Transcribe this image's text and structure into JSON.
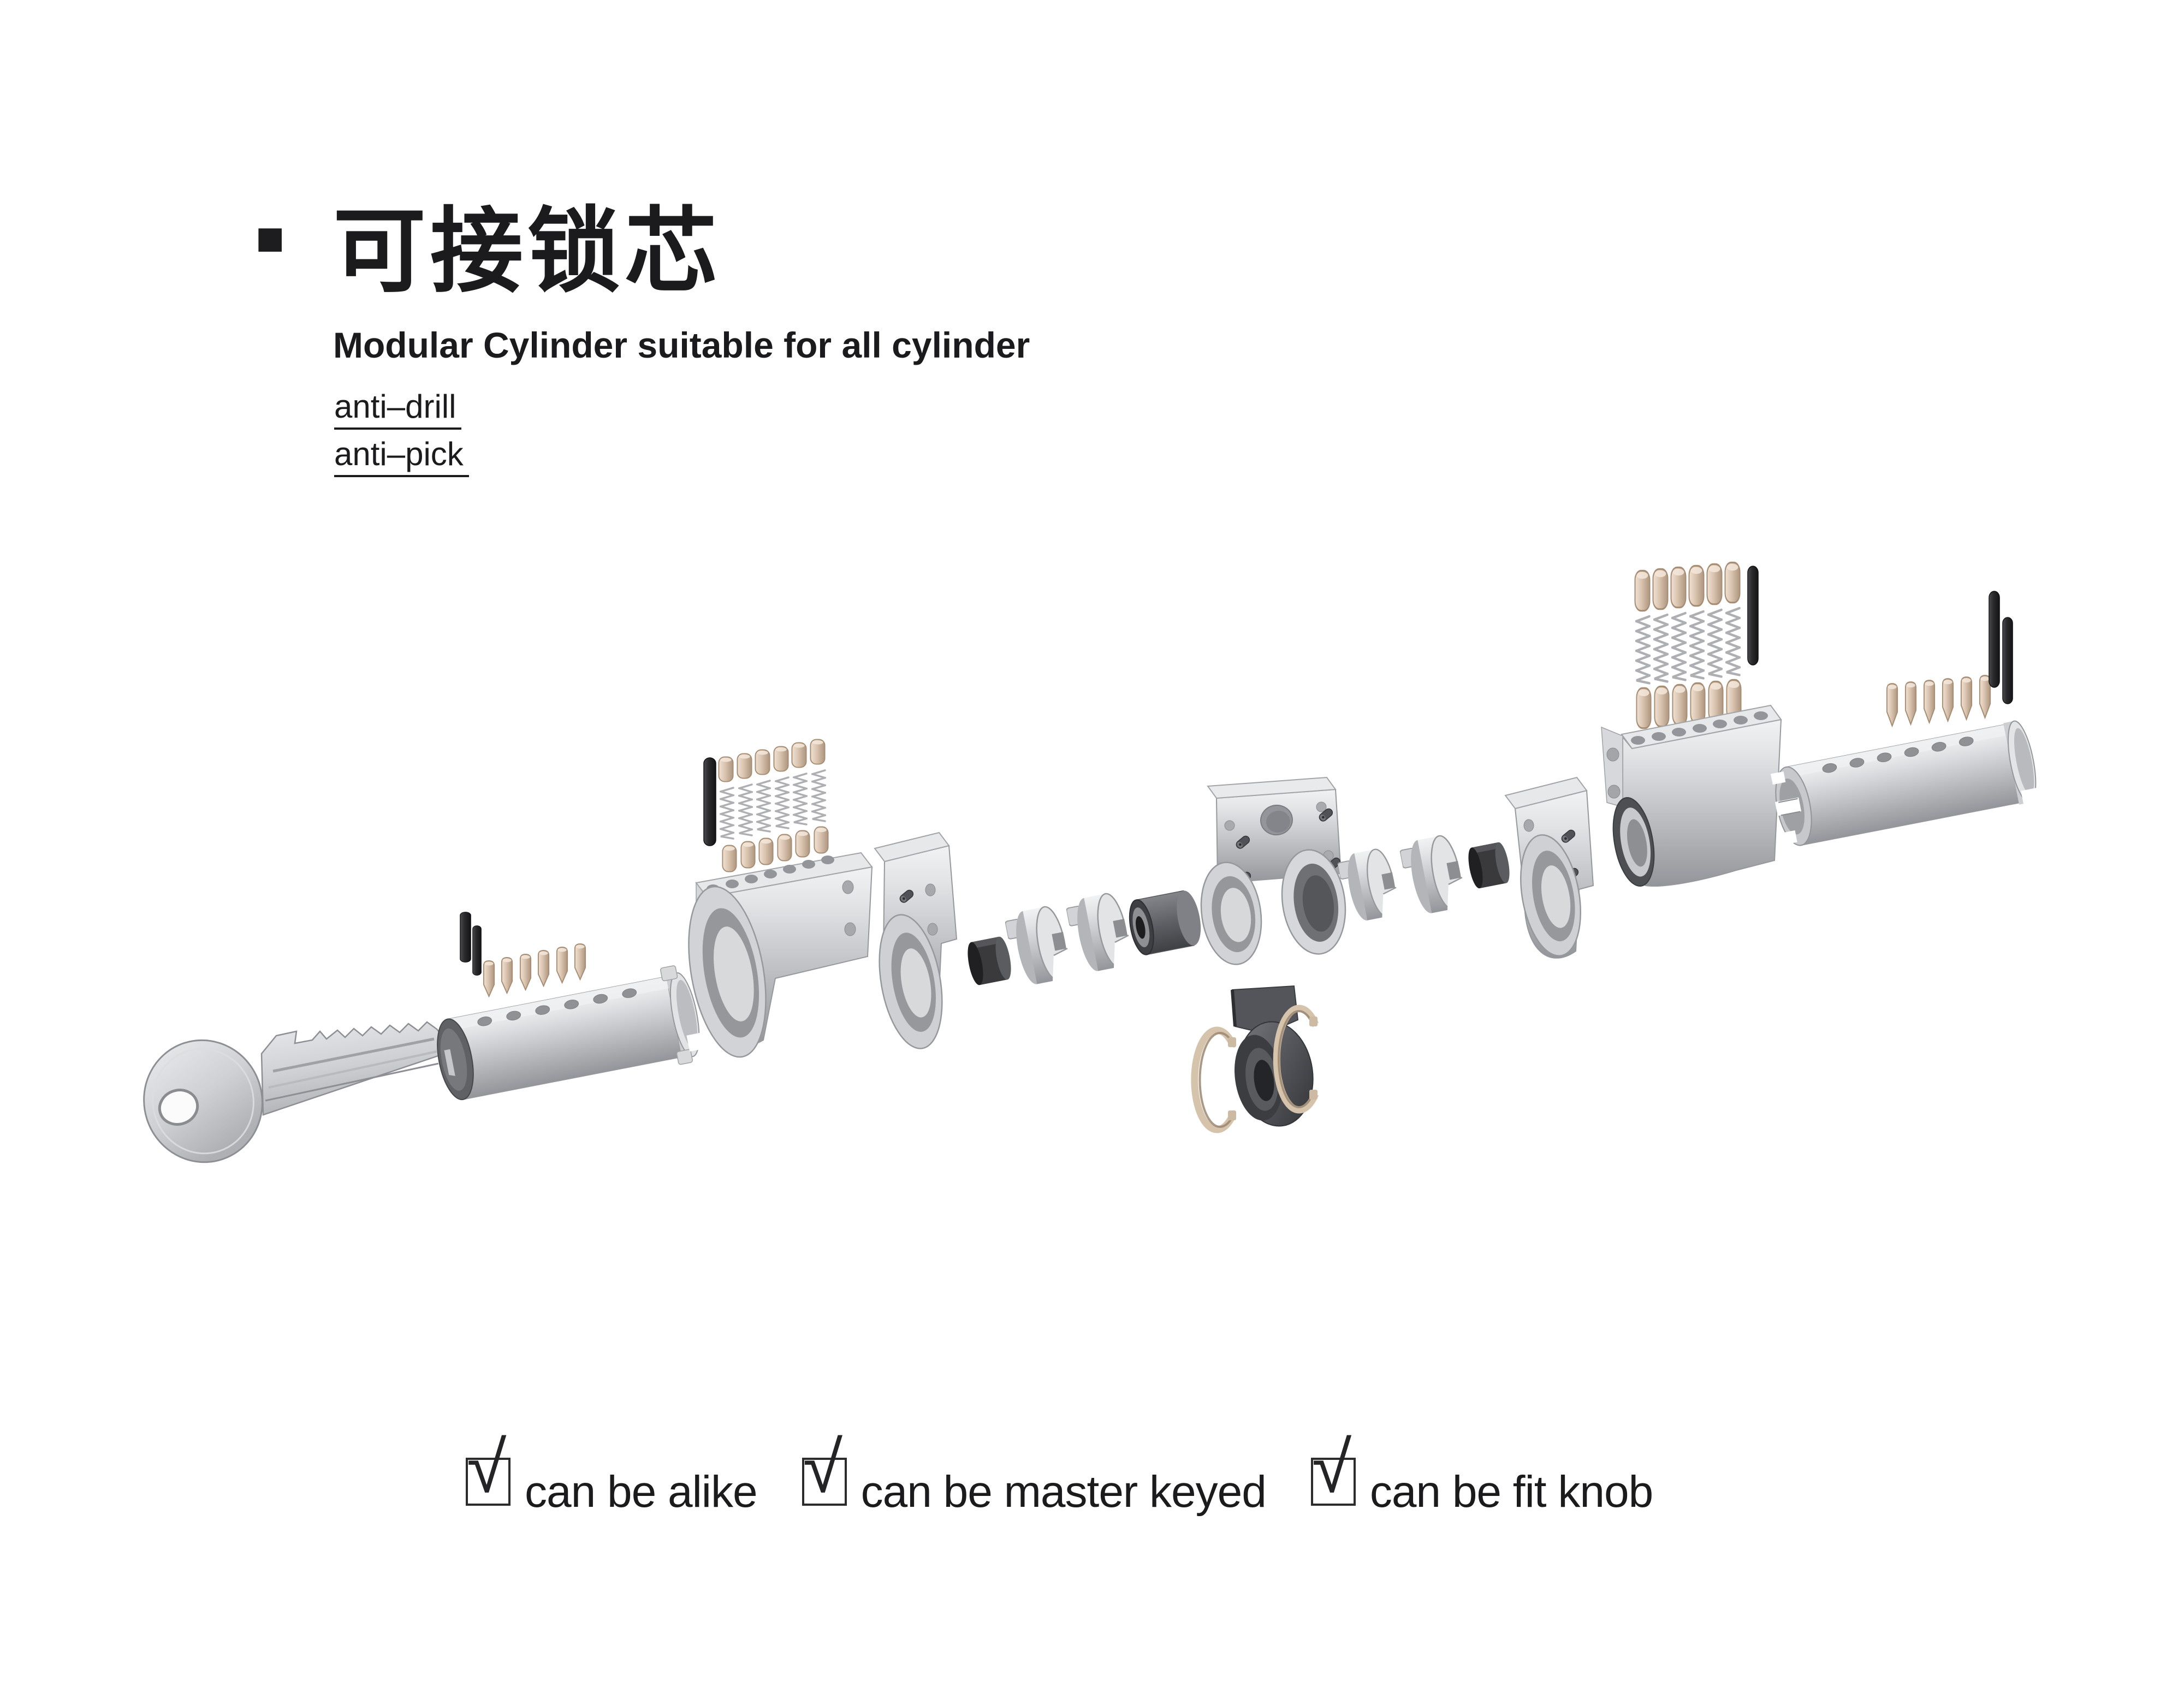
{
  "page": {
    "background": "#ffffff",
    "text_color": "#1b1b1d"
  },
  "header": {
    "bullet": "■",
    "title_zh": "可接锁芯",
    "subtitle": "Modular Cylinder suitable for all cylinder",
    "features": [
      "anti–drill",
      "anti–pick"
    ]
  },
  "footer": {
    "checkmark": "√",
    "items": [
      {
        "label": "can be alike",
        "checked": true
      },
      {
        "label": "can be master keyed",
        "checked": true
      },
      {
        "label": "can be fit knob",
        "checked": true
      }
    ]
  },
  "diagram": {
    "kind": "exploded-view illustration of a modular pin-tumbler lock cylinder",
    "colors": {
      "metal_light": "#e8e9eb",
      "metal": "#c7c8cc",
      "metal_shadow": "#94959a",
      "pin_beige": "#d9c3ae",
      "pin_black": "#2c2c2f",
      "dark_part": "#55565b",
      "clip_brass": "#d5c3ac",
      "spring": "#b0b1b5"
    },
    "parts": [
      "key",
      "anti-drill pins",
      "key pins",
      "driver pins",
      "springs",
      "front plug",
      "front housing",
      "housing section",
      "spacer",
      "slotted cam discs",
      "bearing collar",
      "yoke housing",
      "cam ring",
      "retaining C-clips",
      "rear housing section",
      "rear housing",
      "rear plug"
    ]
  }
}
